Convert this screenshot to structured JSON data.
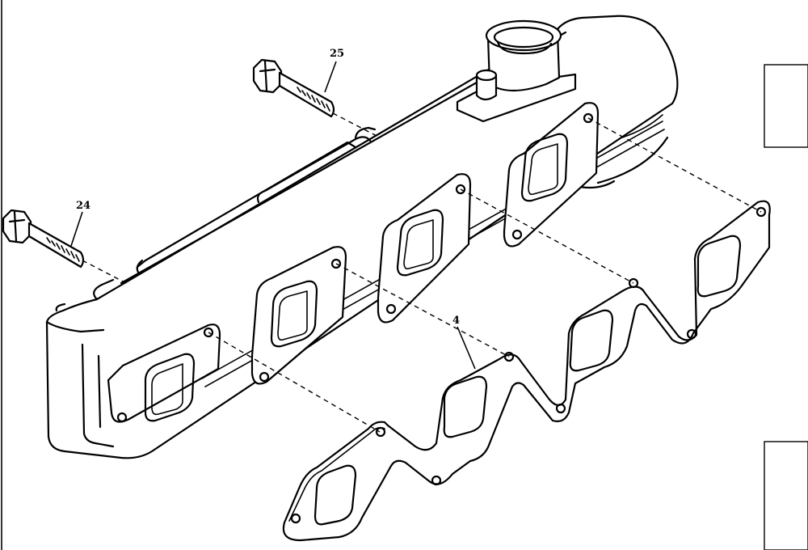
{
  "callouts": {
    "bolt_upper": "25",
    "bolt_lower": "24",
    "gasket": "4"
  },
  "colors": {
    "ink": "#000000",
    "paper": "#ffffff"
  }
}
